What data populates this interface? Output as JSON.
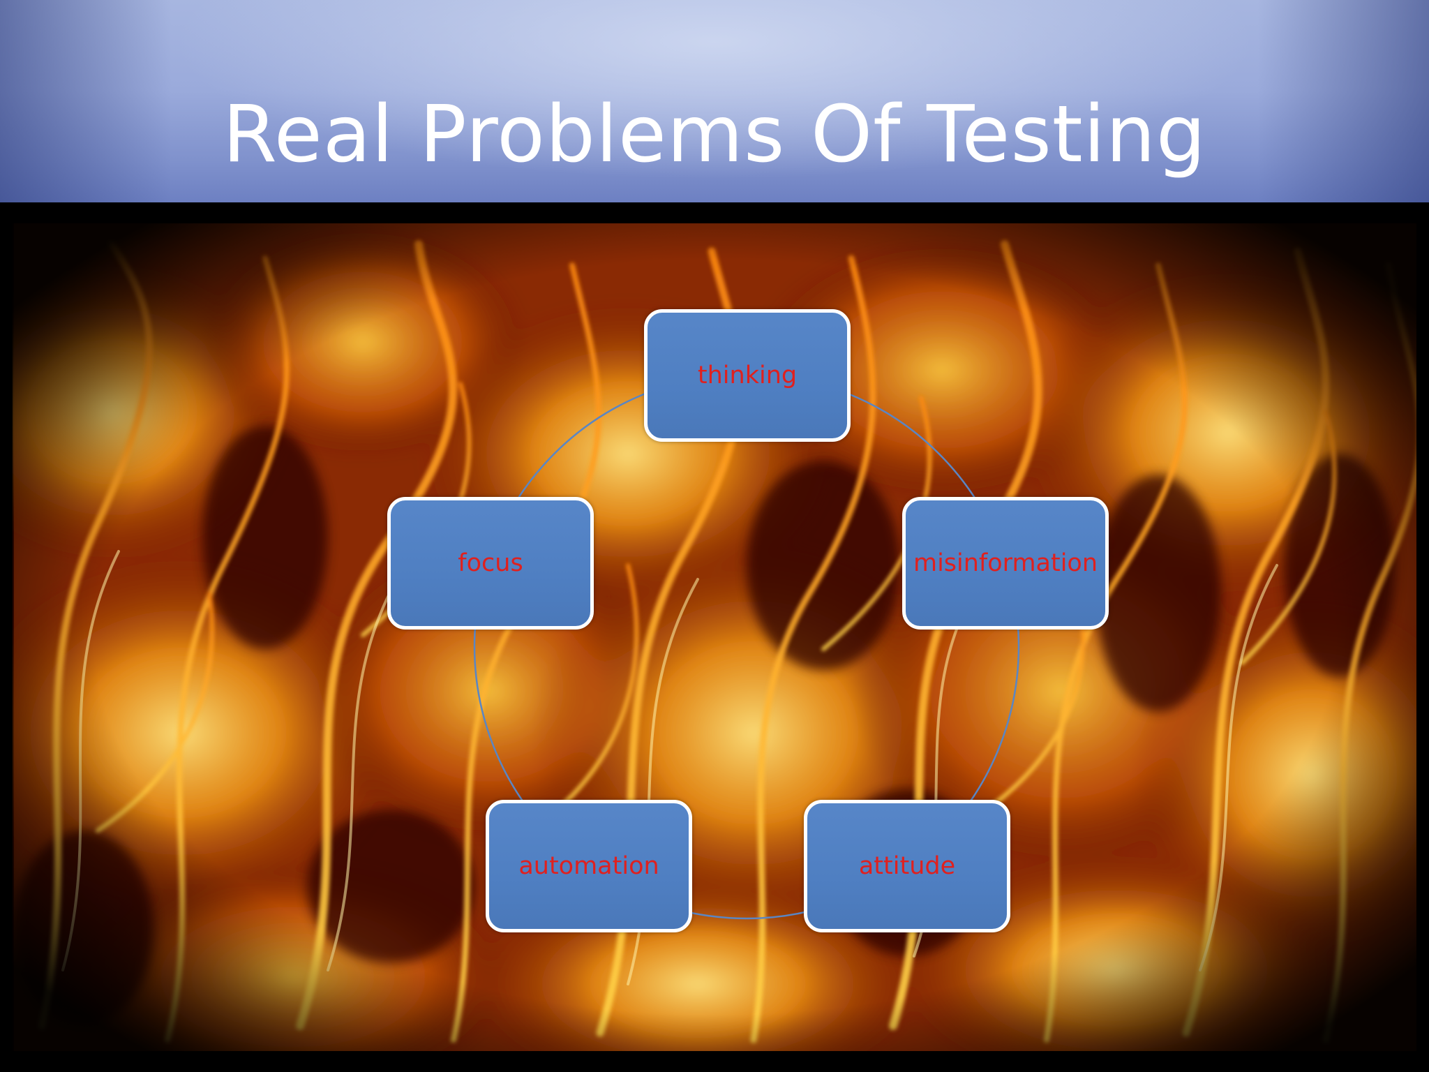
{
  "slide": {
    "title": "Real Problems Of Testing"
  },
  "diagram": {
    "type": "cycle",
    "nodes": [
      {
        "id": "thinking",
        "label": "thinking"
      },
      {
        "id": "misinformation",
        "label": "misinformation"
      },
      {
        "id": "attitude",
        "label": "attitude"
      },
      {
        "id": "automation",
        "label": "automation"
      },
      {
        "id": "focus",
        "label": "focus"
      }
    ]
  },
  "colors": {
    "header_top": "#a7b6e0",
    "header_bottom": "#6d80c2",
    "node_fill": "#4f81bd",
    "node_border": "#ffffff",
    "node_text": "#e0201e",
    "connector": "#4f81bd",
    "title_text": "#ffffff"
  },
  "background": {
    "icon": "fire-flames-image"
  }
}
